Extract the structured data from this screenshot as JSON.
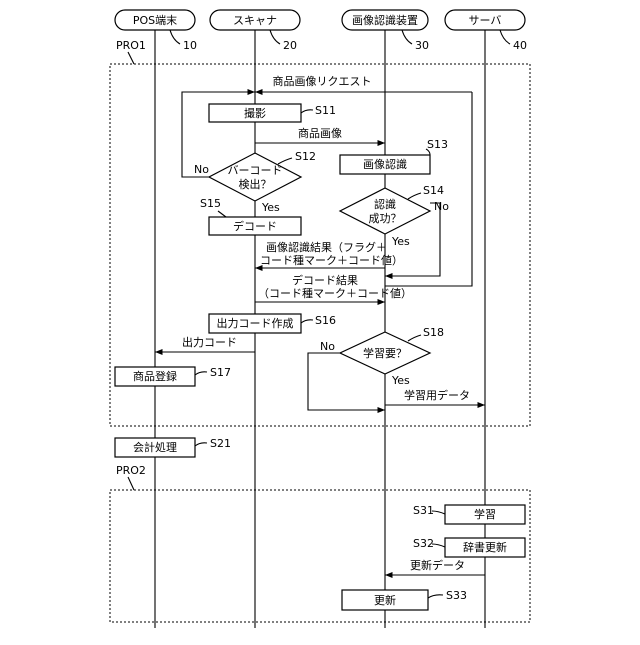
{
  "participants": [
    {
      "label": "POS端末",
      "ref": "10"
    },
    {
      "label": "スキャナ",
      "ref": "20"
    },
    {
      "label": "画像認識装置",
      "ref": "30"
    },
    {
      "label": "サーバ",
      "ref": "40"
    }
  ],
  "frames": {
    "pro1": "PRO1",
    "pro2": "PRO2"
  },
  "messages": {
    "product_image_request": "商品画像リクエスト",
    "product_image": "商品画像",
    "recognition_result_1": "画像認識結果（フラグ＋",
    "recognition_result_2": "コード種マーク＋コード値）",
    "decode_result_1": "デコード結果",
    "decode_result_2": "（コード種マーク＋コード値）",
    "output_code": "出力コード",
    "learning_data": "学習用データ",
    "update_data": "更新データ"
  },
  "processes": {
    "capture": "撮影",
    "recognition": "画像認識",
    "decode": "デコード",
    "output_code_create": "出力コード作成",
    "product_register": "商品登録",
    "checkout": "会計処理",
    "learning": "学習",
    "dictionary_update": "辞書更新",
    "update": "更新"
  },
  "decisions": {
    "barcode_detected_1": "バーコード",
    "barcode_detected_2": "検出？",
    "recognized_1": "認識",
    "recognized_2": "成功？",
    "learning_needed": "学習要？"
  },
  "branches": {
    "yes": "Yes",
    "no": "No"
  },
  "steps": {
    "s11": "S11",
    "s12": "S12",
    "s13": "S13",
    "s14": "S14",
    "s15": "S15",
    "s16": "S16",
    "s17": "S17",
    "s18": "S18",
    "s21": "S21",
    "s31": "S31",
    "s32": "S32",
    "s33": "S33"
  }
}
